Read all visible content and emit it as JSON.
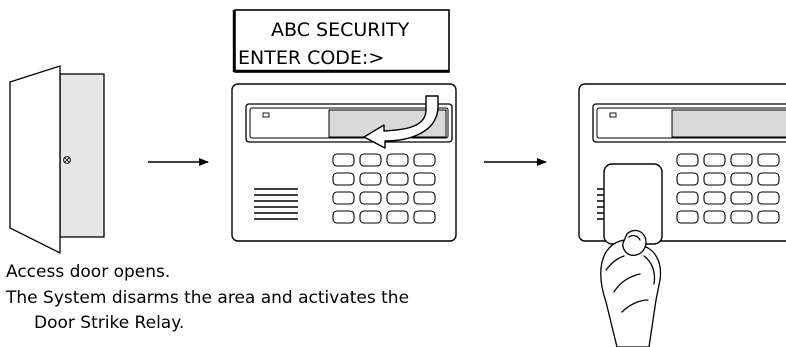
{
  "display": {
    "line1": "ABC SECURITY",
    "line2": "ENTER CODE:>"
  },
  "captions": {
    "door_opens": "Access door opens.",
    "disarms_line1": "The System disarms the area and activates the",
    "disarms_line2": "Door Strike Relay."
  },
  "icons": [
    "door-icon",
    "arrow-right-icon",
    "keypad-icon",
    "swipe-arrow-icon",
    "access-card-icon",
    "hand-icon"
  ],
  "colors": {
    "stroke": "#000000",
    "lcd_fill": "#d9d9d9",
    "card_fill": "#ffffff",
    "background": "#ffffff"
  }
}
